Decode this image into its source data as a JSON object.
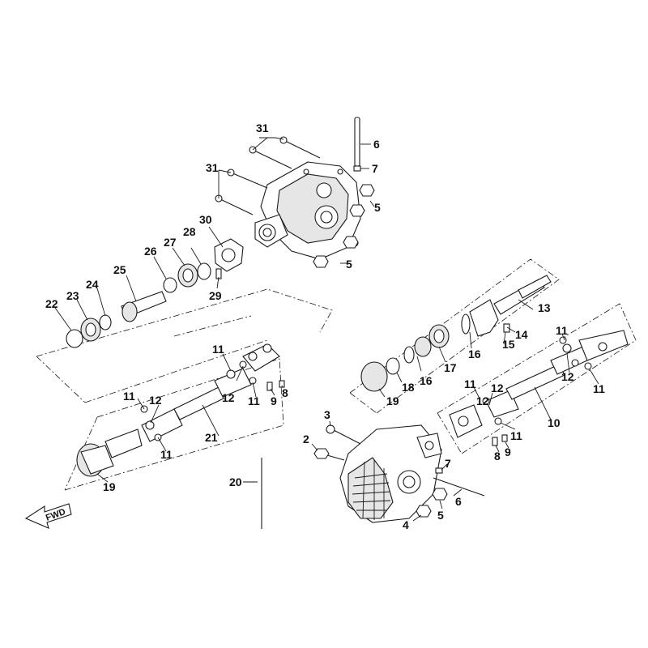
{
  "diagram": {
    "direction_label": "FWD",
    "callouts": {
      "c2": "2",
      "c3": "3",
      "c4": "4",
      "c5a": "5",
      "c5b": "5",
      "c5c": "5",
      "c6a": "6",
      "c6b": "6",
      "c7a": "7",
      "c7b": "7",
      "c8a": "8",
      "c8b": "8",
      "c9a": "9",
      "c9b": "9",
      "c10": "10",
      "c11a": "11",
      "c11b": "11",
      "c11c": "11",
      "c11d": "11",
      "c11e": "11",
      "c11f": "11",
      "c11g": "11",
      "c11h": "11",
      "c12a": "12",
      "c12b": "12",
      "c12c": "12",
      "c12d": "12",
      "c12e": "12",
      "c13": "13",
      "c14": "14",
      "c15": "15",
      "c16a": "16",
      "c16b": "16",
      "c17": "17",
      "c18": "18",
      "c19a": "19",
      "c19b": "19",
      "c20": "20",
      "c21": "21",
      "c22": "22",
      "c23": "23",
      "c24": "24",
      "c25": "25",
      "c26": "26",
      "c27": "27",
      "c28": "28",
      "c29": "29",
      "c30": "30",
      "c31a": "31",
      "c31b": "31"
    }
  }
}
